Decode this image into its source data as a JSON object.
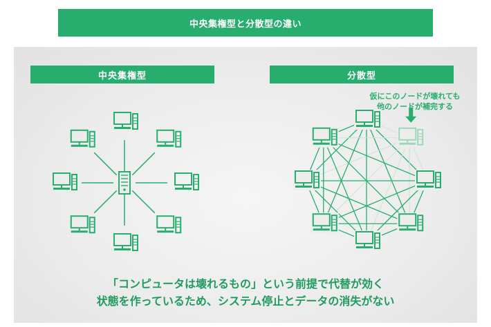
{
  "title": "中央集権型と分散型の違い",
  "central": {
    "label": "中央集権型"
  },
  "distributed": {
    "label": "分散型",
    "note_line1": "仮にこのノードが壊れても",
    "note_line2": "他のノードが補完する"
  },
  "caption": {
    "line1": "「コンピュータは壊れるもの」という前提で代替が効く",
    "line2": "状態を作っているため、システム停止とデータの消失がない"
  },
  "colors": {
    "accent": "#27ae6e",
    "node": "#27ae6e",
    "failed_node": "#9fd8b9"
  }
}
